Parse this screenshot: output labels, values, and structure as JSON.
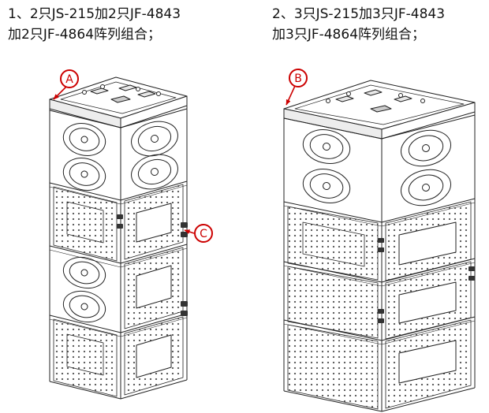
{
  "figure": {
    "captions": {
      "left": {
        "line1": "1、2只JS-215加2只JF-4843",
        "line2": "加2只JF-4864阵列组合；"
      },
      "right": {
        "line1": "2、3只JS-215加3只JF-4843",
        "line2": "加3只JF-4864阵列组合；"
      }
    },
    "callouts": {
      "a": "A",
      "b": "B",
      "c": "C"
    },
    "colors": {
      "callout_red": "#cc0000",
      "line": "#222222",
      "background": "#ffffff"
    }
  }
}
